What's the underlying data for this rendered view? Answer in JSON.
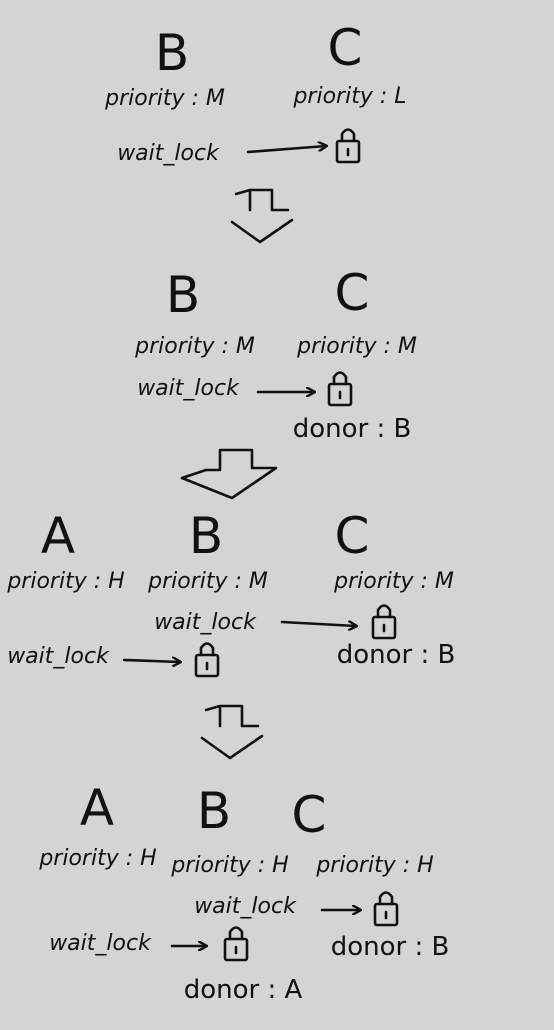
{
  "stage1": {
    "b": {
      "name": "B",
      "priority": "priority : M",
      "wait": "wait_lock"
    },
    "c": {
      "name": "C",
      "priority": "priority : L"
    }
  },
  "stage2": {
    "b": {
      "name": "B",
      "priority": "priority : M",
      "wait": "wait_lock"
    },
    "c": {
      "name": "C",
      "priority": "priority : M",
      "donor": "donor : B"
    }
  },
  "stage3": {
    "a": {
      "name": "A",
      "priority": "priority : H",
      "wait": "wait_lock"
    },
    "b": {
      "name": "B",
      "priority": "priority : M",
      "wait": "wait_lock"
    },
    "c": {
      "name": "C",
      "priority": "priority : M",
      "donor": "donor : B"
    }
  },
  "stage4": {
    "a": {
      "name": "A",
      "priority": "priority : H",
      "wait": "wait_lock"
    },
    "b": {
      "name": "B",
      "priority": "priority : H",
      "wait": "wait_lock",
      "donor": "donor : A"
    },
    "c": {
      "name": "C",
      "priority": "priority : H",
      "donor": "donor : B"
    }
  },
  "icons": {
    "lock": "padlock-icon",
    "transition": "down-arrow-icon"
  }
}
